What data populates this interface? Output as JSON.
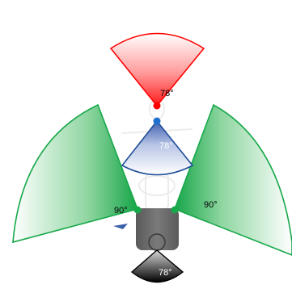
{
  "labels": {
    "front_camera": "78°",
    "mid_camera": "78°",
    "left_camera": "90°",
    "right_camera": "90°",
    "rear_camera": "78°"
  },
  "colors": {
    "front_red": "#ff0000",
    "mid_blue": "#1f4e9a",
    "side_green": "#17a84a",
    "rear_black": "#000000",
    "vehicle_gray": "#6b6b6b"
  }
}
